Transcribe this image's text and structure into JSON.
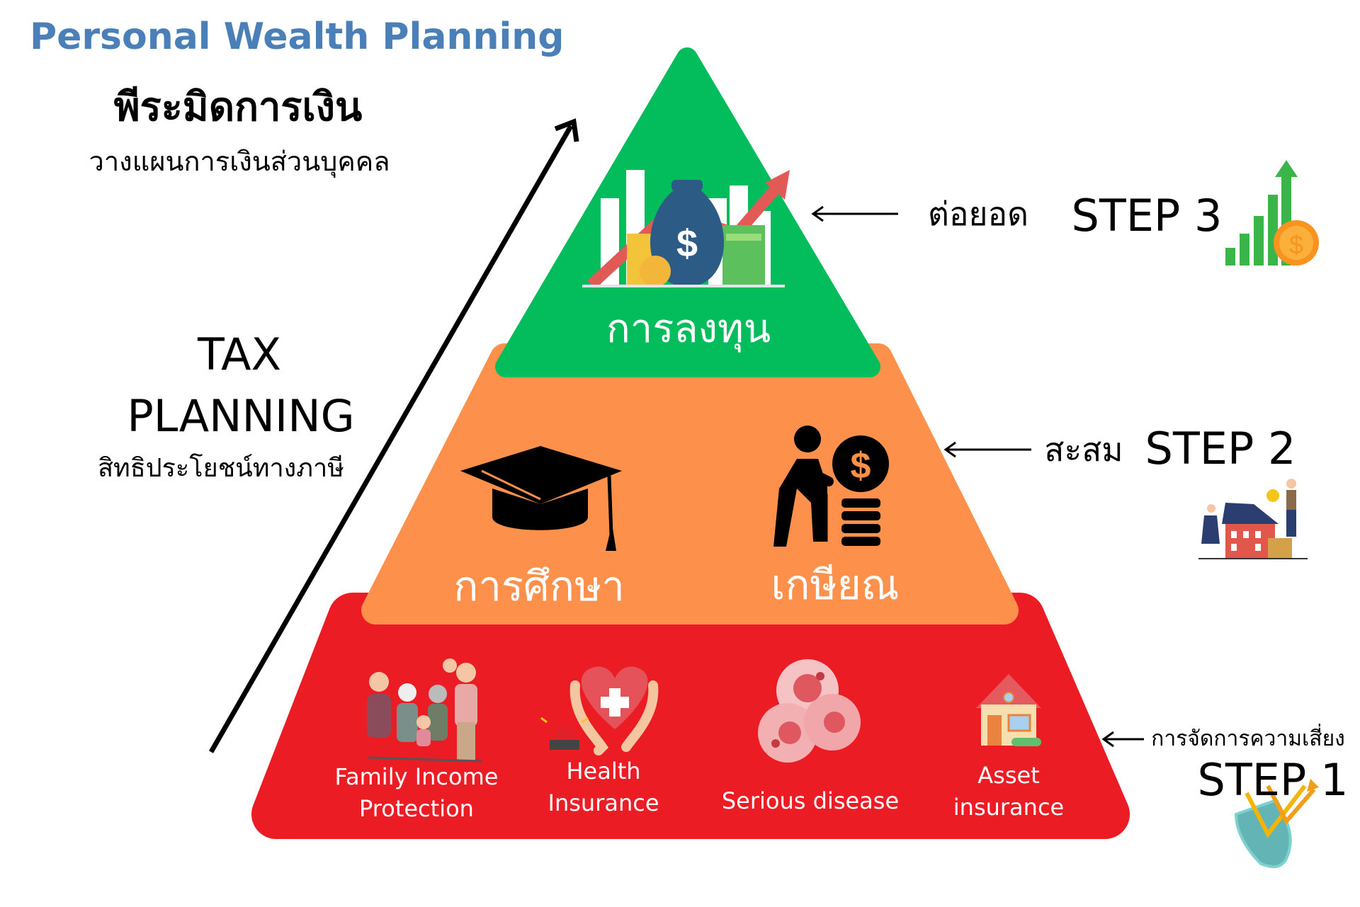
{
  "header": {
    "title": "Personal Wealth Planning",
    "thai_title": "พีระมิดการเงิน",
    "thai_subtitle": "วางแผนการเงินส่วนบุคคล"
  },
  "tax": {
    "line1": "TAX",
    "line2": "PLANNING",
    "subtitle": "สิทธิประโยชน์ทางภาษี"
  },
  "pyramid": {
    "top": {
      "label": "การลงทุน"
    },
    "middle": {
      "left_label": "การศึกษา",
      "right_label": "เกษียณ"
    },
    "bottom": {
      "items": [
        {
          "line1": "Family Income",
          "line2": "Protection"
        },
        {
          "line1": "Health",
          "line2": "Insurance"
        },
        {
          "line1": "Serious disease",
          "line2": ""
        },
        {
          "line1": "Asset",
          "line2": "insurance"
        }
      ]
    }
  },
  "steps": [
    {
      "label": "STEP 3",
      "caption": "ต่อยอด"
    },
    {
      "label": "STEP 2",
      "caption": "สะสม"
    },
    {
      "label": "STEP 1",
      "caption": "การจัดการความเสี่ยง"
    }
  ],
  "colors": {
    "title": "#4a80b7",
    "green": "#03bd5c",
    "orange": "#fd914c",
    "red": "#ec1c24"
  }
}
